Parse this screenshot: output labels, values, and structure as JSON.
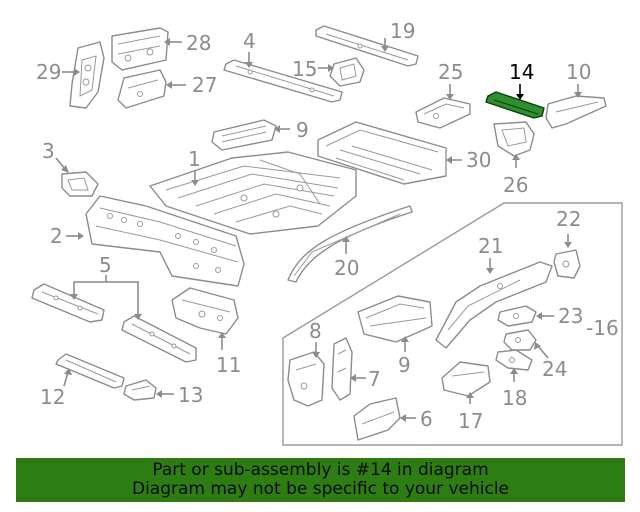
{
  "callouts": {
    "c1": "1",
    "c2": "2",
    "c3": "3",
    "c4": "4",
    "c5": "5",
    "c6": "6",
    "c7": "7",
    "c8": "8",
    "c9a": "9",
    "c9b": "9",
    "c10": "10",
    "c11": "11",
    "c12": "12",
    "c13": "13",
    "c14": "14",
    "c15": "15",
    "c16": "-16",
    "c17": "17",
    "c18": "18",
    "c19": "19",
    "c20": "20",
    "c21": "21",
    "c22": "22",
    "c23": "23",
    "c24": "24",
    "c25": "25",
    "c26": "26",
    "c27": "27",
    "c28": "28",
    "c29": "29",
    "c30": "30"
  },
  "highlight_part": "14",
  "colors": {
    "highlight_fill": "#2f8f2f",
    "banner_bg": "#2e7d12",
    "line_gray": "#8c8c8c"
  },
  "banner": {
    "line1": "Part or sub-assembly is #14 in diagram",
    "line2": "Diagram may not be specific to your vehicle"
  }
}
